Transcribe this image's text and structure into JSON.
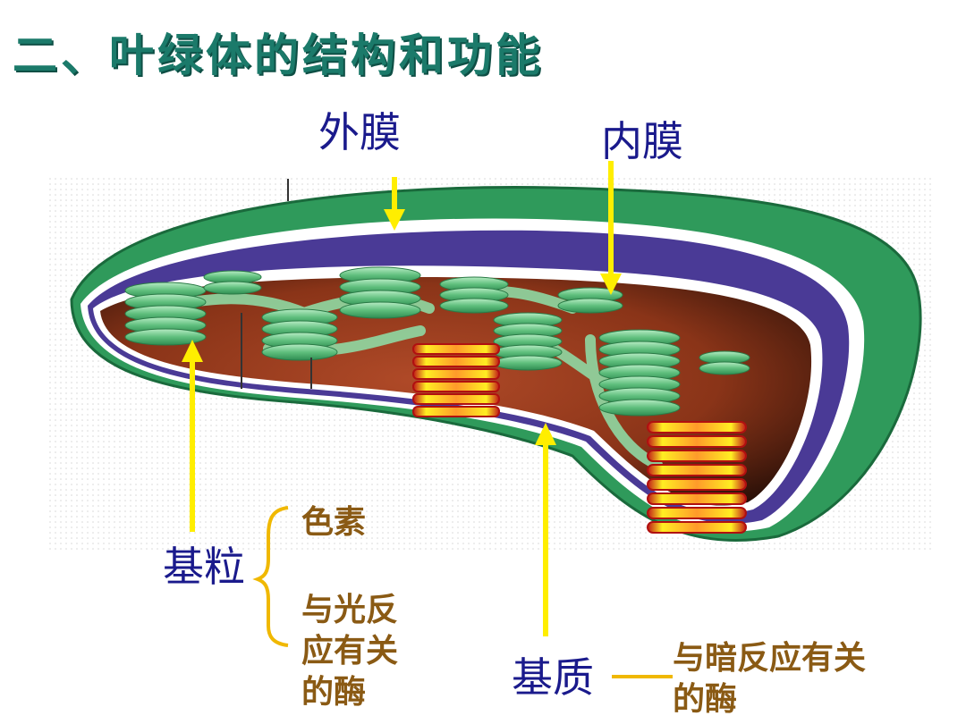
{
  "title": "二、叶绿体的结构和功能",
  "labels": {
    "outer_membrane": "外膜",
    "inner_membrane": "内膜",
    "grana": "基粒",
    "stroma": "基质"
  },
  "grana_notes": {
    "pigment": "色素",
    "enzymes_line1": "与光反",
    "enzymes_line2": "应有关",
    "enzymes_line3": "的酶"
  },
  "stroma_notes": {
    "line1": "与暗反应有关",
    "line2": "的酶"
  },
  "colors": {
    "title": "#1b7a6a",
    "label": "#1a1a8c",
    "note": "#8a5a14",
    "arrow": "#ffee00",
    "outer_membrane": "#2e9a5a",
    "inner_membrane": "#4a3a96",
    "stroma": "#7a2c14",
    "grana": "#7fcf95"
  }
}
